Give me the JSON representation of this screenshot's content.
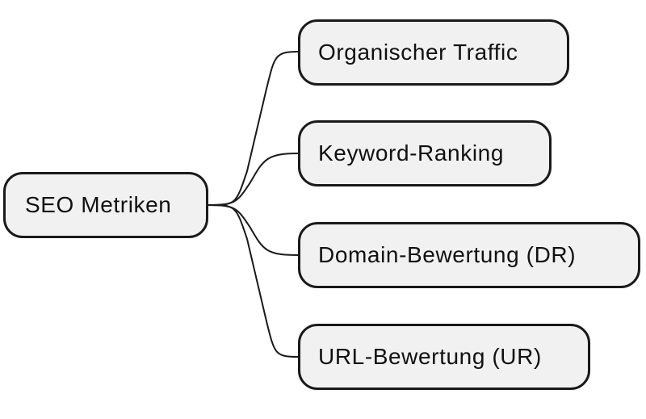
{
  "root": {
    "label": "SEO Metriken"
  },
  "children": [
    {
      "label": "Organischer Traffic"
    },
    {
      "label": "Keyword-Ranking"
    },
    {
      "label": "Domain-Bewertung (DR)"
    },
    {
      "label": "URL-Bewertung (UR)"
    }
  ],
  "colors": {
    "node_fill": "#f1f1f1",
    "node_border": "#1a1a1a",
    "connector": "#1a1a1a",
    "text": "#111111"
  }
}
